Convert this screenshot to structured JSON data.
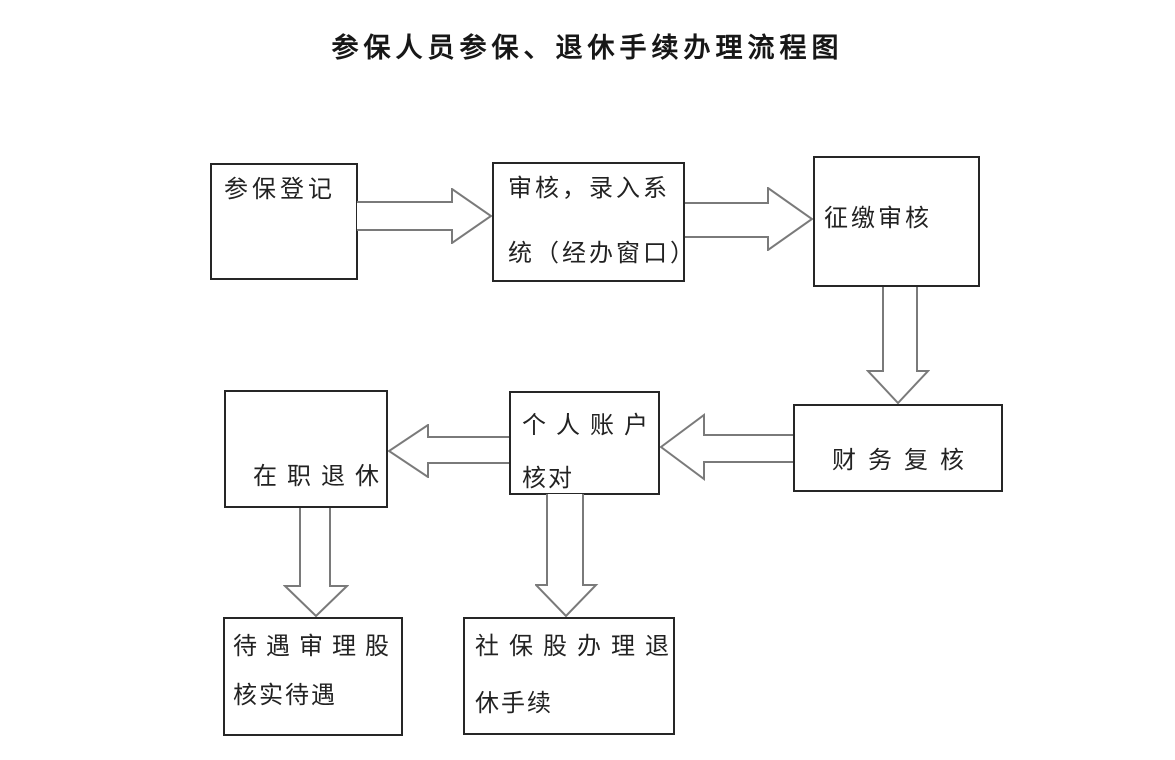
{
  "flowchart": {
    "title": "参保人员参保、退休手续办理流程图",
    "colors": {
      "background": "#ffffff",
      "box_border": "#262626",
      "arrow_outline": "#7a7a7a",
      "text": "#222222"
    },
    "nodes": [
      {
        "id": "canbao-dengji",
        "lines": [
          "参保登记",
          ""
        ]
      },
      {
        "id": "shenhe-luru-xitong",
        "lines": [
          "审核，录入系",
          "统（经办窗口）"
        ]
      },
      {
        "id": "zhengjiao-shenhe",
        "lines": [
          "征缴审核",
          ""
        ]
      },
      {
        "id": "caiwu-fuhe",
        "lines": [
          "财务复核",
          ""
        ]
      },
      {
        "id": "geren-zhanghu-hedui",
        "lines": [
          "个人账户",
          "核对"
        ]
      },
      {
        "id": "zaizhi-tuixiu",
        "lines": [
          "在职退休",
          ""
        ]
      },
      {
        "id": "daiyu-shenli-gu",
        "lines": [
          "待遇审理股",
          "核实待遇"
        ]
      },
      {
        "id": "shebao-gu-tuixiu",
        "lines": [
          "社保股办理退",
          "休手续"
        ]
      }
    ],
    "edges": [
      {
        "from": "canbao-dengji",
        "to": "shenhe-luru-xitong",
        "direction": "right"
      },
      {
        "from": "shenhe-luru-xitong",
        "to": "zhengjiao-shenhe",
        "direction": "right"
      },
      {
        "from": "zhengjiao-shenhe",
        "to": "caiwu-fuhe",
        "direction": "down"
      },
      {
        "from": "caiwu-fuhe",
        "to": "geren-zhanghu-hedui",
        "direction": "left"
      },
      {
        "from": "geren-zhanghu-hedui",
        "to": "zaizhi-tuixiu",
        "direction": "left"
      },
      {
        "from": "zaizhi-tuixiu",
        "to": "daiyu-shenli-gu",
        "direction": "down"
      },
      {
        "from": "geren-zhanghu-hedui",
        "to": "shebao-gu-tuixiu",
        "direction": "down"
      }
    ]
  }
}
